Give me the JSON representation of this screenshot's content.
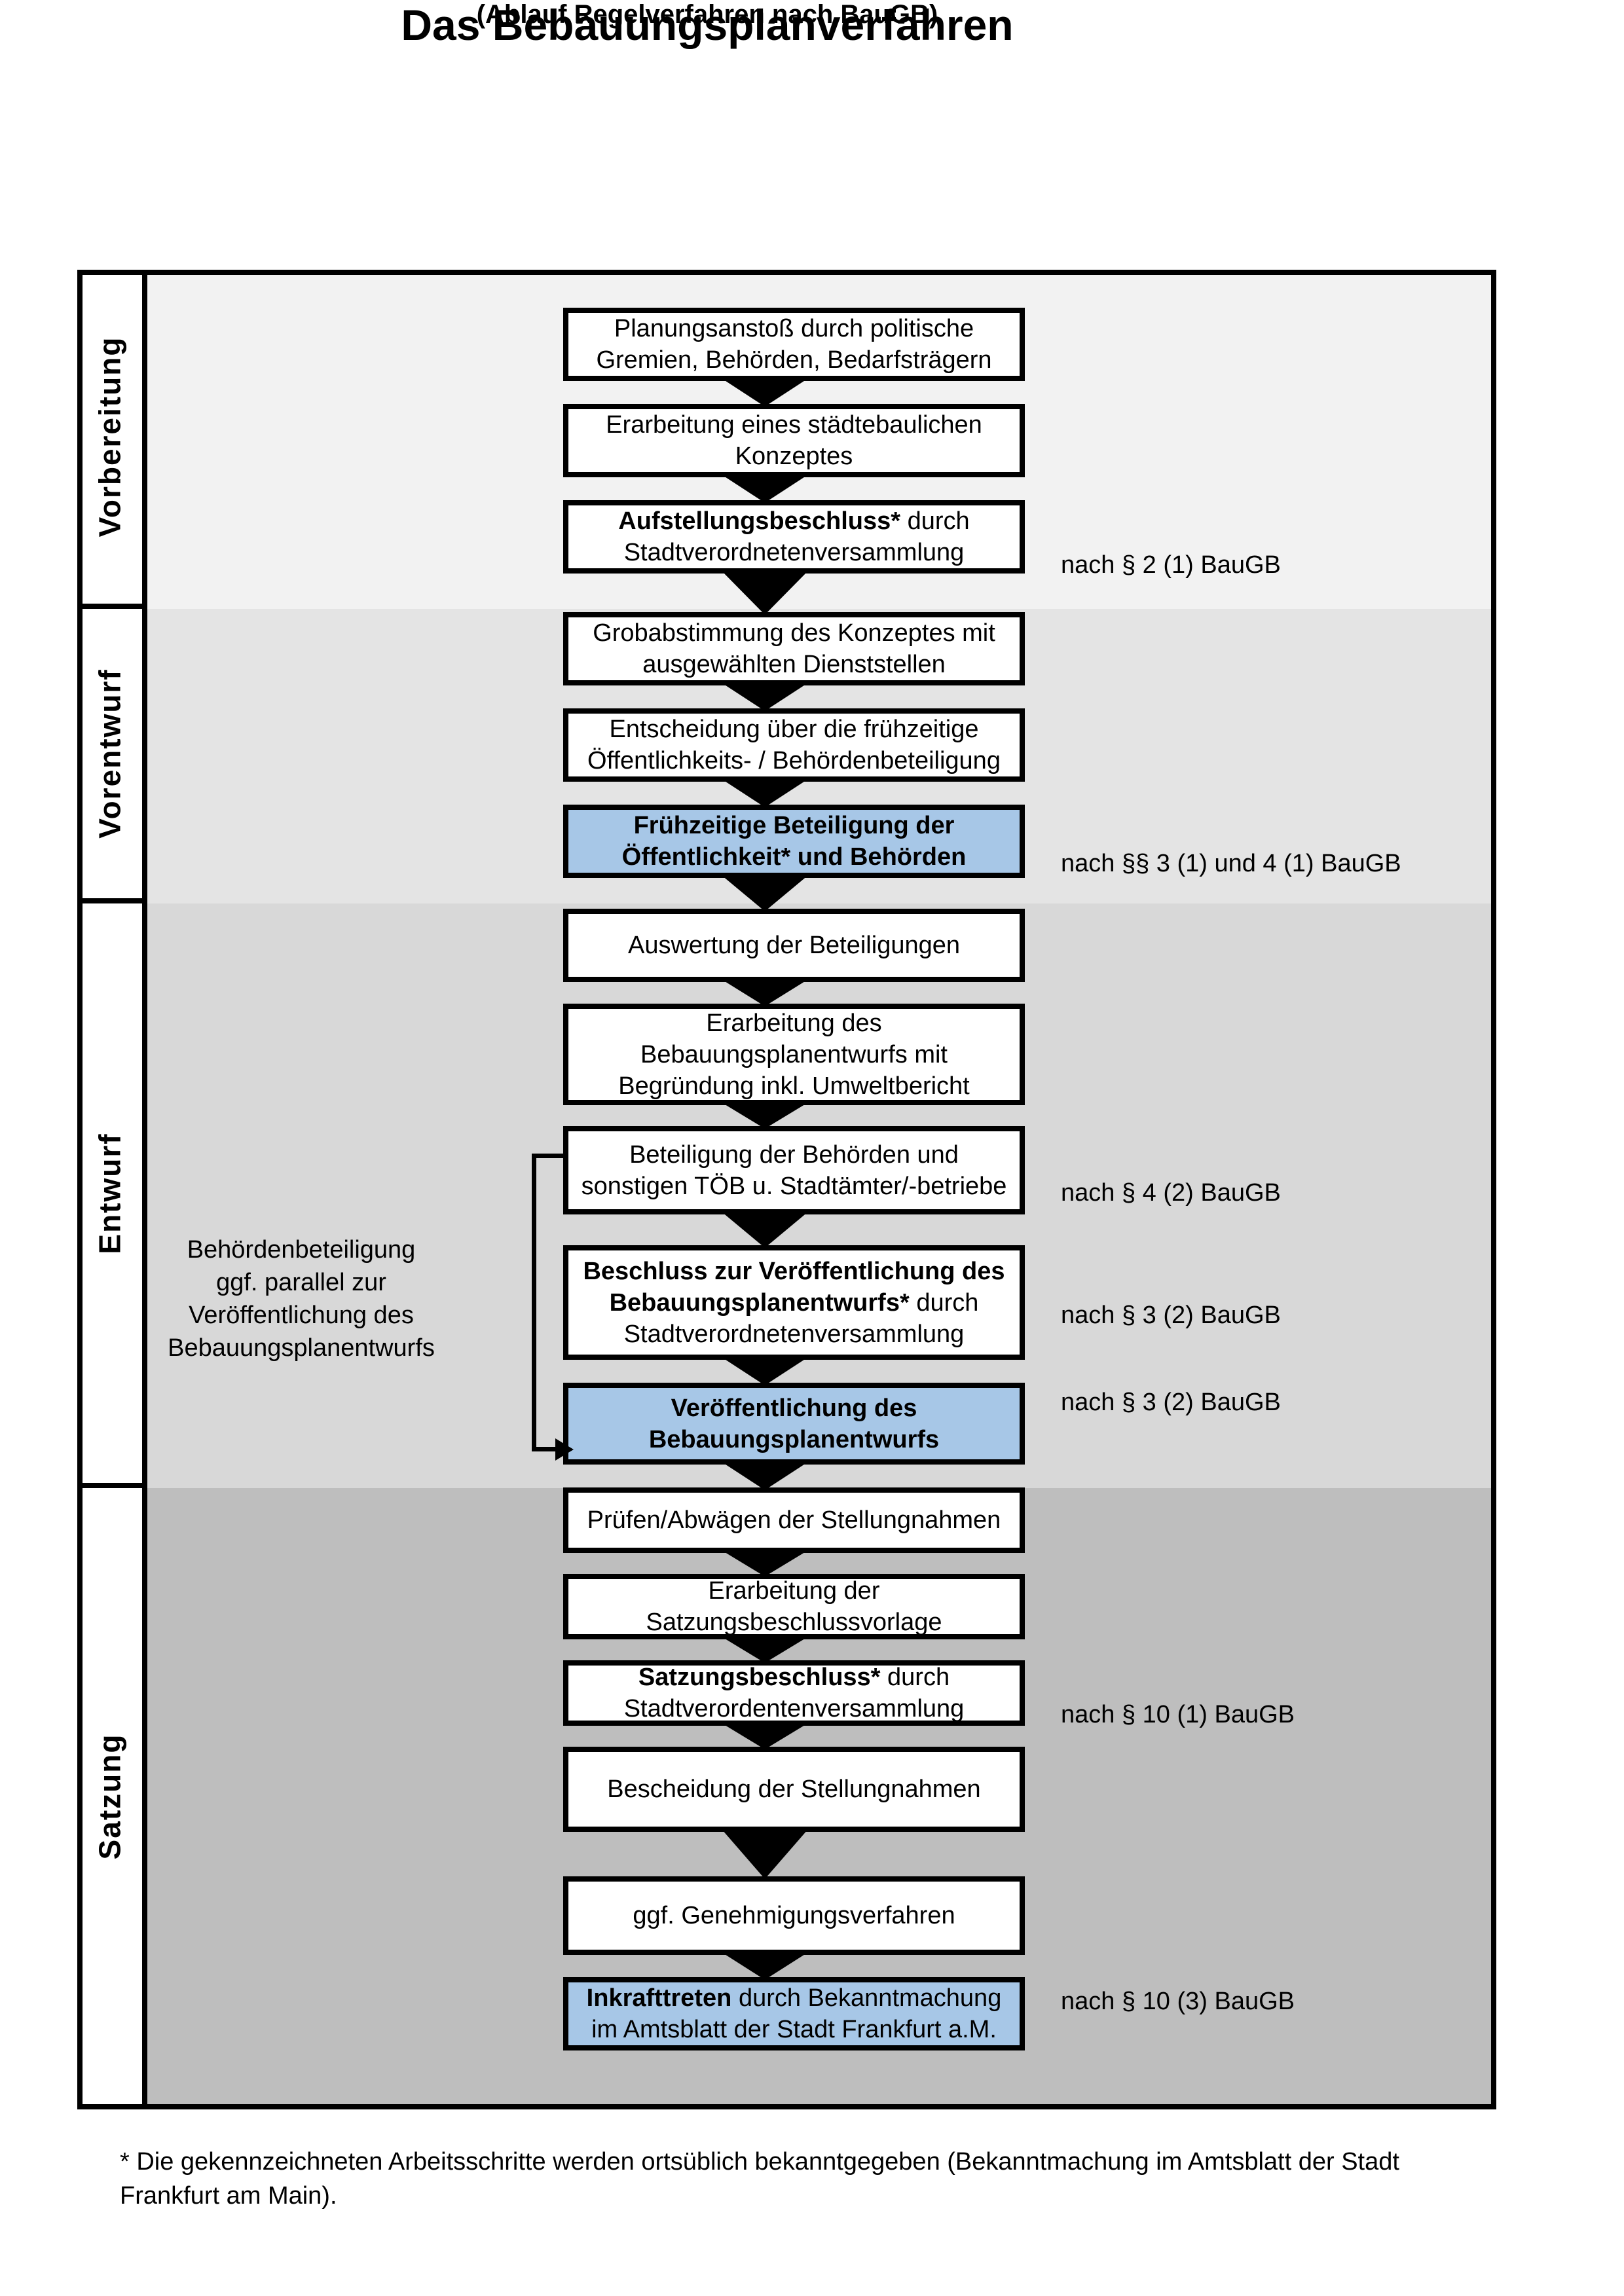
{
  "header": {
    "title": "Das Bebauungsplanverfahren",
    "subtitle": "(Ablauf Regelverfahren nach BauGB)"
  },
  "phases": [
    {
      "label": "Vorbereitung"
    },
    {
      "label": "Vorentwurf"
    },
    {
      "label": "Entwurf"
    },
    {
      "label": "Satzung"
    }
  ],
  "boxes": [
    {
      "id": "b1",
      "style": "white",
      "lines": [
        [
          {
            "text": "Planungsanstoß durch politische",
            "bold": false
          }
        ],
        [
          {
            "text": "Gremien, Behörden, Bedarfsträgern",
            "bold": false
          }
        ]
      ]
    },
    {
      "id": "b2",
      "style": "white",
      "lines": [
        [
          {
            "text": "Erarbeitung eines städtebaulichen",
            "bold": false
          }
        ],
        [
          {
            "text": "Konzeptes",
            "bold": false
          }
        ]
      ]
    },
    {
      "id": "b3",
      "style": "white",
      "ref": "nach § 2 (1) BauGB",
      "lines": [
        [
          {
            "text": "Aufstellungsbeschluss*",
            "bold": true
          },
          {
            "text": " durch",
            "bold": false
          }
        ],
        [
          {
            "text": "Stadtverordnetenversammlung",
            "bold": false
          }
        ]
      ]
    },
    {
      "id": "b4",
      "style": "white",
      "lines": [
        [
          {
            "text": "Grobabstimmung des Konzeptes mit",
            "bold": false
          }
        ],
        [
          {
            "text": "ausgewählten Dienststellen",
            "bold": false
          }
        ]
      ]
    },
    {
      "id": "b5",
      "style": "white",
      "lines": [
        [
          {
            "text": "Entscheidung über die frühzeitige",
            "bold": false
          }
        ],
        [
          {
            "text": "Öffentlichkeits- / Behördenbeteiligung",
            "bold": false
          }
        ]
      ]
    },
    {
      "id": "b6",
      "style": "blue",
      "ref": "nach §§ 3 (1) und 4 (1) BauGB",
      "lines": [
        [
          {
            "text": "Frühzeitige Beteiligung der",
            "bold": true
          }
        ],
        [
          {
            "text": "Öffentlichkeit* und Behörden",
            "bold": true
          }
        ]
      ]
    },
    {
      "id": "b7",
      "style": "white",
      "lines": [
        [
          {
            "text": "Auswertung der Beteiligungen",
            "bold": false
          }
        ]
      ]
    },
    {
      "id": "b8",
      "style": "white",
      "lines": [
        [
          {
            "text": "Erarbeitung des",
            "bold": false
          }
        ],
        [
          {
            "text": "Bebauungsplanentwurfs mit",
            "bold": false
          }
        ],
        [
          {
            "text": "Begründung inkl. Umweltbericht",
            "bold": false
          }
        ]
      ]
    },
    {
      "id": "b9",
      "style": "white",
      "ref": "nach § 4 (2) BauGB",
      "lines": [
        [
          {
            "text": "Beteiligung der Behörden und",
            "bold": false
          }
        ],
        [
          {
            "text": "sonstigen TÖB u. Stadtämter/-betriebe",
            "bold": false
          }
        ]
      ]
    },
    {
      "id": "b10",
      "style": "white",
      "ref": "nach § 3 (2) BauGB",
      "lines": [
        [
          {
            "text": "Beschluss zur Veröffentlichung des",
            "bold": true
          }
        ],
        [
          {
            "text": "Bebauungsplanentwurfs*",
            "bold": true
          },
          {
            "text": " durch",
            "bold": false
          }
        ],
        [
          {
            "text": "Stadtverordnetenversammlung",
            "bold": false
          }
        ]
      ]
    },
    {
      "id": "b11",
      "style": "blue",
      "ref": "nach § 3 (2) BauGB",
      "lines": [
        [
          {
            "text": "Veröffentlichung des",
            "bold": true
          }
        ],
        [
          {
            "text": "Bebauungsplanentwurfs",
            "bold": true
          }
        ]
      ]
    },
    {
      "id": "b12",
      "style": "white",
      "lines": [
        [
          {
            "text": "Prüfen/Abwägen der Stellungnahmen",
            "bold": false
          }
        ]
      ]
    },
    {
      "id": "b13",
      "style": "white",
      "lines": [
        [
          {
            "text": "Erarbeitung der",
            "bold": false
          }
        ],
        [
          {
            "text": "Satzungsbeschlussvorlage",
            "bold": false
          }
        ]
      ]
    },
    {
      "id": "b14",
      "style": "white",
      "ref": "nach § 10 (1) BauGB",
      "lines": [
        [
          {
            "text": "Satzungsbeschluss*",
            "bold": true
          },
          {
            "text": " durch",
            "bold": false
          }
        ],
        [
          {
            "text": "Stadtverordentenversammlung",
            "bold": false
          }
        ]
      ]
    },
    {
      "id": "b15",
      "style": "white",
      "lines": [
        [
          {
            "text": "Bescheidung der Stellungnahmen",
            "bold": false
          }
        ]
      ]
    },
    {
      "id": "b16",
      "style": "white",
      "lines": [
        [
          {
            "text": "ggf. Genehmigungsverfahren",
            "bold": false
          }
        ]
      ]
    },
    {
      "id": "b17",
      "style": "blue",
      "ref": "nach § 10 (3) BauGB",
      "lines": [
        [
          {
            "text": "Inkrafttreten",
            "bold": true
          },
          {
            "text": " durch Bekanntmachung",
            "bold": false
          }
        ],
        [
          {
            "text": "im Amtsblatt der Stadt Frankfurt a.M.",
            "bold": false
          }
        ]
      ]
    }
  ],
  "annotation": {
    "lines": [
      "Behördenbeteiligung",
      "ggf. parallel zur",
      "Veröffentlichung des",
      "Bebauungsplanentwurfs"
    ]
  },
  "footnote": {
    "lines": [
      "* Die gekennzeichneten Arbeitsschritte werden ortsüblich bekanntgegeben (Bekanntmachung im Amtsblatt  der Stadt",
      "Frankfurt am Main)."
    ]
  },
  "colors": {
    "box_blue": "#A7C7E7",
    "phase_backgrounds": [
      "#F2F2F2",
      "#E4E4E4",
      "#D8D8D8",
      "#BEBEBE"
    ],
    "border": "#000000"
  }
}
